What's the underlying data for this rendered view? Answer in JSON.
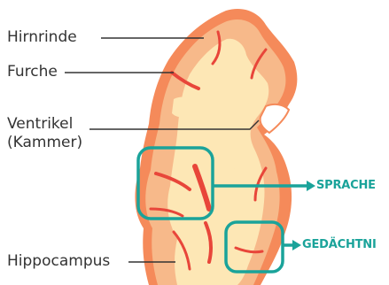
{
  "labels": {
    "cortex": "Hirnrinde",
    "sulcus": "Furche",
    "ventricle_line1": "Ventrikel",
    "ventricle_line2": "(Kammer)",
    "hippocampus": "Hippocampus"
  },
  "regions": {
    "language": "SPRACHE",
    "memory": "GEDÄCHTNI"
  },
  "colors": {
    "cortex_outer": "#f58a5a",
    "cortex_inner": "#f7b98a",
    "white_matter": "#fde7b5",
    "deep_red": "#e8463a",
    "highlight": "#1aa39a",
    "leader_line": "#333333",
    "text": "#333333"
  }
}
